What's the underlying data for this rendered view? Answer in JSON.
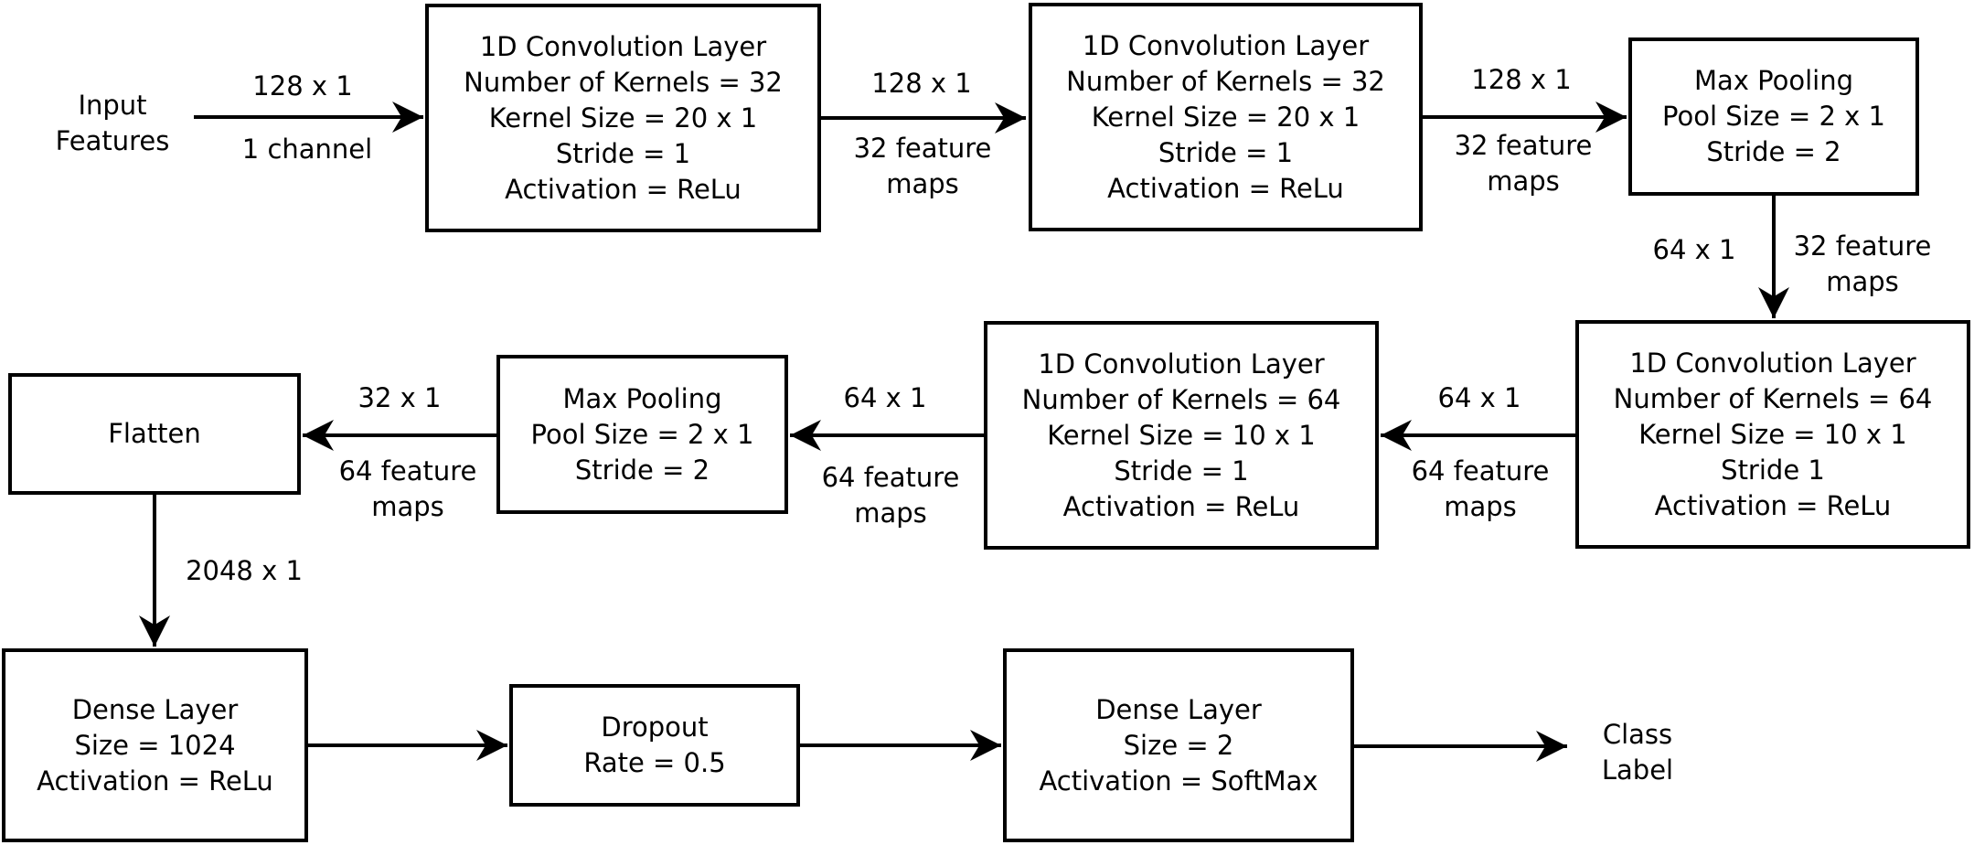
{
  "blocks": {
    "input": [
      "Input",
      "Features"
    ],
    "conv1": [
      "1D Convolution Layer",
      "Number of Kernels = 32",
      "Kernel Size = 20 x 1",
      "Stride = 1",
      "Activation = ReLu"
    ],
    "conv2": [
      "1D Convolution Layer",
      "Number of Kernels = 32",
      "Kernel Size = 20 x 1",
      "Stride = 1",
      "Activation = ReLu"
    ],
    "pool1": [
      "Max Pooling",
      "Pool Size = 2 x 1",
      "Stride = 2"
    ],
    "conv3": [
      "1D Convolution Layer",
      "Number of Kernels = 64",
      "Kernel Size = 10 x 1",
      "Stride 1",
      "Activation = ReLu"
    ],
    "conv4": [
      "1D Convolution Layer",
      "Number of Kernels = 64",
      "Kernel Size = 10 x 1",
      "Stride = 1",
      "Activation = ReLu"
    ],
    "pool2": [
      "Max Pooling",
      "Pool Size = 2 x 1",
      "Stride = 2"
    ],
    "flatten": [
      "Flatten"
    ],
    "dense1": [
      "Dense Layer",
      "Size = 1024",
      "Activation = ReLu"
    ],
    "dropout": [
      "Dropout",
      "Rate = 0.5"
    ],
    "dense2": [
      "Dense Layer",
      "Size = 2",
      "Activation = SoftMax"
    ],
    "output": [
      "Class",
      "Label"
    ]
  },
  "edges": {
    "e1": {
      "dim": "128 x 1",
      "maps": [
        "1 channel"
      ]
    },
    "e2": {
      "dim": "128 x 1",
      "maps": [
        "32 feature",
        "maps"
      ]
    },
    "e3": {
      "dim": "128 x 1",
      "maps": [
        "32 feature",
        "maps"
      ]
    },
    "e4": {
      "dim": "64 x 1",
      "maps": [
        "32 feature",
        "maps"
      ]
    },
    "e5": {
      "dim": "64 x 1",
      "maps": [
        "64 feature",
        "maps"
      ]
    },
    "e6": {
      "dim": "64 x 1",
      "maps": [
        "64 feature",
        "maps"
      ]
    },
    "e7": {
      "dim": "32 x 1",
      "maps": [
        "64 feature",
        "maps"
      ]
    },
    "e8": {
      "dim": "2048 x 1",
      "maps": []
    }
  }
}
